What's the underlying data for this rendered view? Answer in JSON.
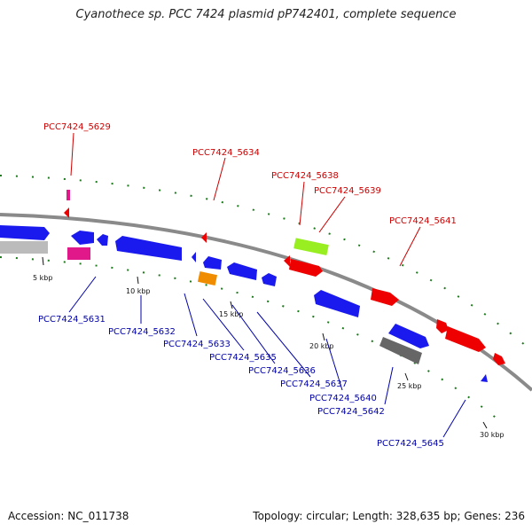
{
  "title": "Cyanothece sp. PCC 7424 plasmid pP742401, complete sequence",
  "footer": {
    "accession": "Accession: NC_011738",
    "summary": "Topology: circular; Length: 328,635 bp; Genes: 236"
  },
  "scale": {
    "ticks": [
      {
        "label": "5 kbp",
        "pos": 5000
      },
      {
        "label": "10 kbp",
        "pos": 10000
      },
      {
        "label": "15 kbp",
        "pos": 15000
      },
      {
        "label": "20 kbp",
        "pos": 20000
      },
      {
        "label": "25 kbp",
        "pos": 25000
      },
      {
        "label": "30 kbp",
        "pos": 30000
      }
    ]
  },
  "gene_labels": {
    "top": [
      "PCC7424_5629",
      "PCC7424_5634",
      "PCC7424_5638",
      "PCC7424_5639",
      "PCC7424_5641"
    ],
    "bottom": [
      "PCC7424_5631",
      "PCC7424_5632",
      "PCC7424_5633",
      "PCC7424_5635",
      "PCC7424_5636",
      "PCC7424_5637",
      "PCC7424_5640",
      "PCC7424_5642",
      "PCC7424_5645"
    ]
  },
  "colors": {
    "forward_label": "#cc0000",
    "reverse_label": "#0000aa",
    "forward_gene": "#ee0000",
    "reverse_gene": "#1a1aee",
    "backbone": "#8a8a8a",
    "tick": "#1a7a1a",
    "magenta_gene": "#e0188a",
    "lime_gene": "#99ee22",
    "orange_gene": "#f08c00",
    "gray_gene": "#666666",
    "light_gray_gene": "#bbbbbb"
  }
}
